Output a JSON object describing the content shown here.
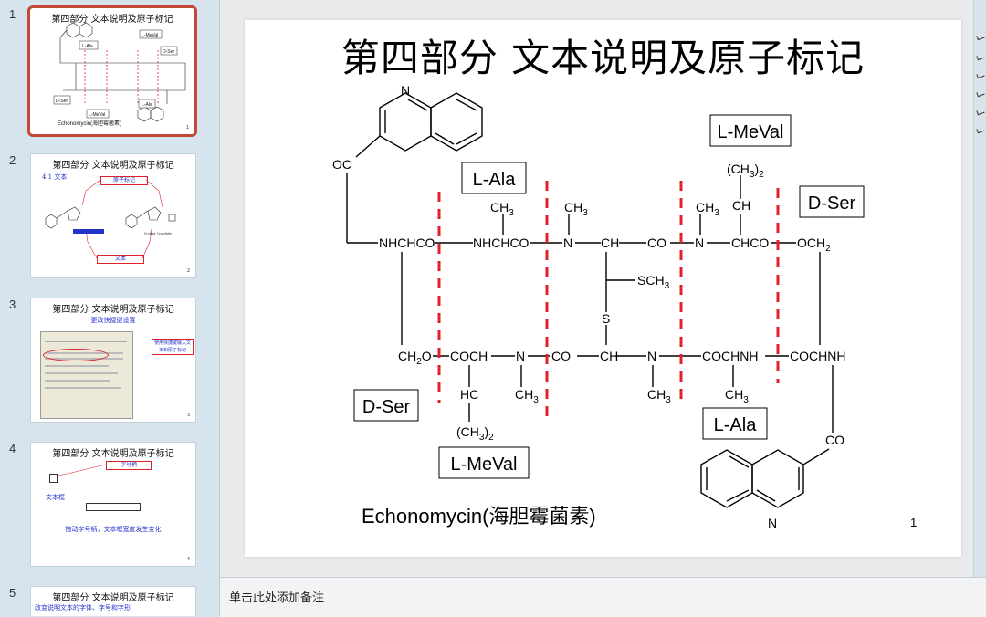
{
  "sidebar": {
    "slides": [
      {
        "number": "1",
        "title": "第四部分 文本说明及原子标记",
        "selected": true,
        "labels": {
          "l_ala": "L-Ala",
          "l_meval": "L-MeVal",
          "d_ser": "D-Ser",
          "caption": "Echonomycin(海胆霉菌素)"
        }
      },
      {
        "number": "2",
        "title": "第四部分 文本说明及原子标记",
        "subtitle": "4.1 文本",
        "atom_label": "原子标记",
        "text_label": "文本",
        "rotated_text": "N ethyl 7zolylidin"
      },
      {
        "number": "3",
        "title": "第四部分 文本说明及原子标记",
        "subtitle": "更改快捷键设置",
        "callout": "使用快捷键输入文本和原子标记"
      },
      {
        "number": "4",
        "title": "第四部分 文本说明及原子标记",
        "font_label": "字号柄",
        "textbox_label": "文本框",
        "drag_note": "拖动字号柄，文本框宽度发生变化"
      },
      {
        "number": "5",
        "title": "第四部分 文本说明及原子标记",
        "subtitle": "改变说明文本的字体、字号和字形"
      }
    ]
  },
  "slide": {
    "title": "第四部分 文本说明及原子标记",
    "page_number": "1",
    "caption": "Echonomycin(海胆霉菌素)",
    "residue_labels": {
      "l_ala_top": "L-Ala",
      "l_meval_top": "L-MeVal",
      "d_ser_top": "D-Ser",
      "d_ser_bottom": "D-Ser",
      "l_meval_bottom": "L-MeVal",
      "l_ala_bottom": "L-Ala"
    },
    "atoms": {
      "n_top": "N",
      "oc_left": "OC",
      "top_chain_1": "NHCHCO",
      "top_chain_2": "NHCHCO",
      "n1": "N",
      "ch1": "CH",
      "co1": "CO",
      "n2": "N",
      "chco": "CHCO",
      "och": "OCH",
      "sub2": "2",
      "ch3": "CH",
      "sub3": "3",
      "ch3_open": "(CH",
      "ch3_close": ")",
      "ch_top": "CH",
      "sch": "SCH",
      "s": "S",
      "ch2o": "CH",
      "ch2o_o": "O",
      "coch": "COCH",
      "n3": "N",
      "co2": "CO",
      "ch2": "CH",
      "n4": "N",
      "cochnh": "COCHNH",
      "cochnh2": "COCHNH",
      "hc": "HC",
      "co_right": "CO",
      "n_bottom": "N"
    }
  },
  "notes": {
    "placeholder": "单击此处添加备注"
  },
  "colors": {
    "accent_red": "#e0202a",
    "selection": "#c24a35",
    "thumb_blue": "#2233cc"
  }
}
